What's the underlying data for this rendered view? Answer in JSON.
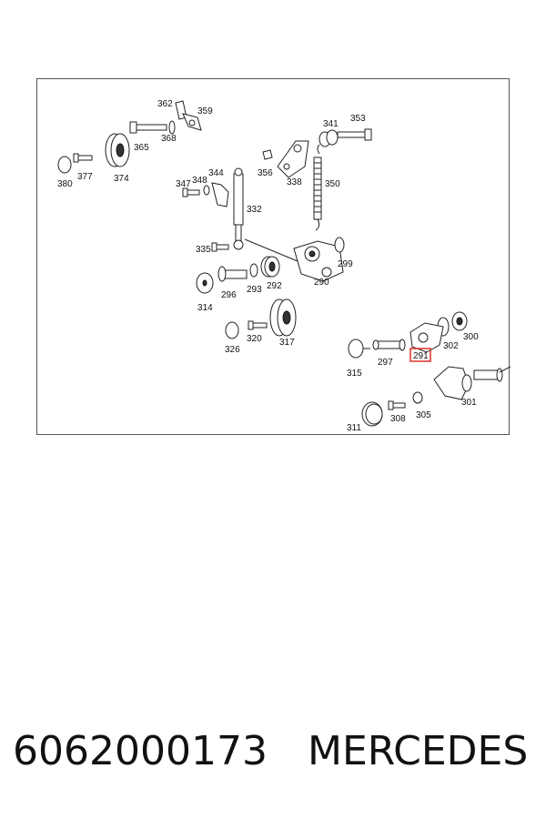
{
  "diagram": {
    "highlight_color": "#e0302a",
    "highlighted_label": "291",
    "labels": [
      "362",
      "359",
      "365",
      "368",
      "341",
      "353",
      "380",
      "377",
      "374",
      "356",
      "338",
      "350",
      "347",
      "348",
      "344",
      "332",
      "335",
      "299",
      "290",
      "296",
      "293",
      "292",
      "314",
      "326",
      "320",
      "317",
      "300",
      "302",
      "297",
      "315",
      "301",
      "311",
      "308",
      "305"
    ]
  },
  "caption": {
    "part_number": "6062000173",
    "brand": "MERCEDES"
  }
}
